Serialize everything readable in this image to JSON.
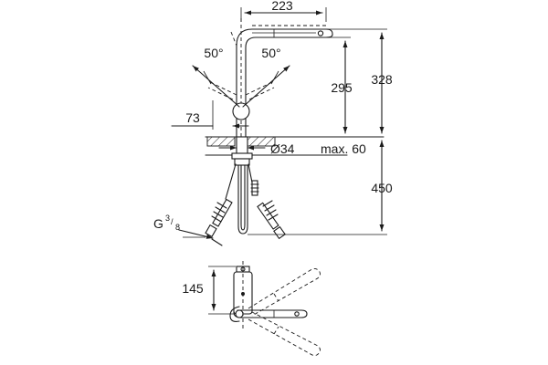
{
  "dimensions": {
    "spout_reach": "223",
    "swivel_left": "50°",
    "swivel_right": "50°",
    "spout_height": "295",
    "total_height": "328",
    "handle_offset": "73",
    "hole_diameter": "Ø34",
    "max_deck": "max. 60",
    "hose_length": "450",
    "connection_base": "G",
    "connection_fraction_num": "3",
    "connection_fraction_den": "8",
    "top_view_depth": "145"
  }
}
